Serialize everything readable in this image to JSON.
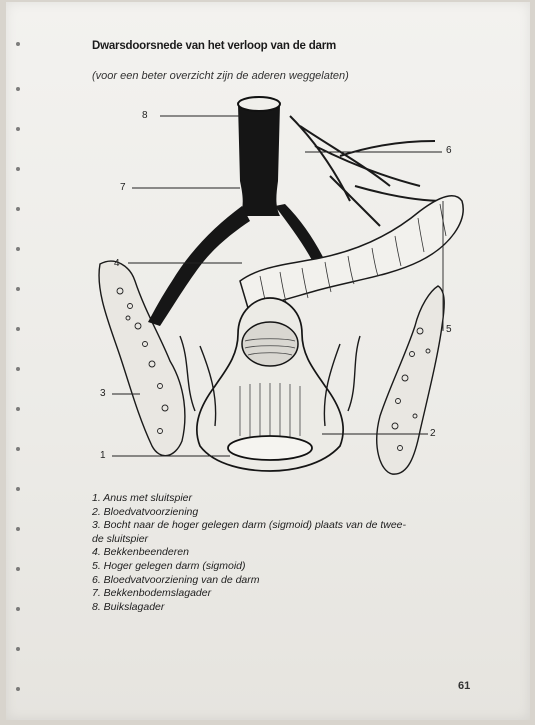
{
  "title": "Dwarsdoorsnede van het verloop van de darm",
  "subtitle": "(voor een beter overzicht zijn de aderen weggelaten)",
  "figure_callouts": [
    "8",
    "7",
    "4",
    "3",
    "1",
    "6",
    "5",
    "2"
  ],
  "legend": [
    "1. Anus met  sluitspier",
    "2. Bloedvatvoorziening",
    "3. Bocht naar de hoger gelegen darm (sigmoid) plaats van de twee-",
    "de sluitspier",
    "4. Bekkenbeenderen",
    "5. Hoger gelegen darm (sigmoid)",
    "6. Bloedvatvoorziening van de darm",
    "7. Bekkenbodemslagader",
    "8. Buikslagader"
  ],
  "page_number": "61"
}
